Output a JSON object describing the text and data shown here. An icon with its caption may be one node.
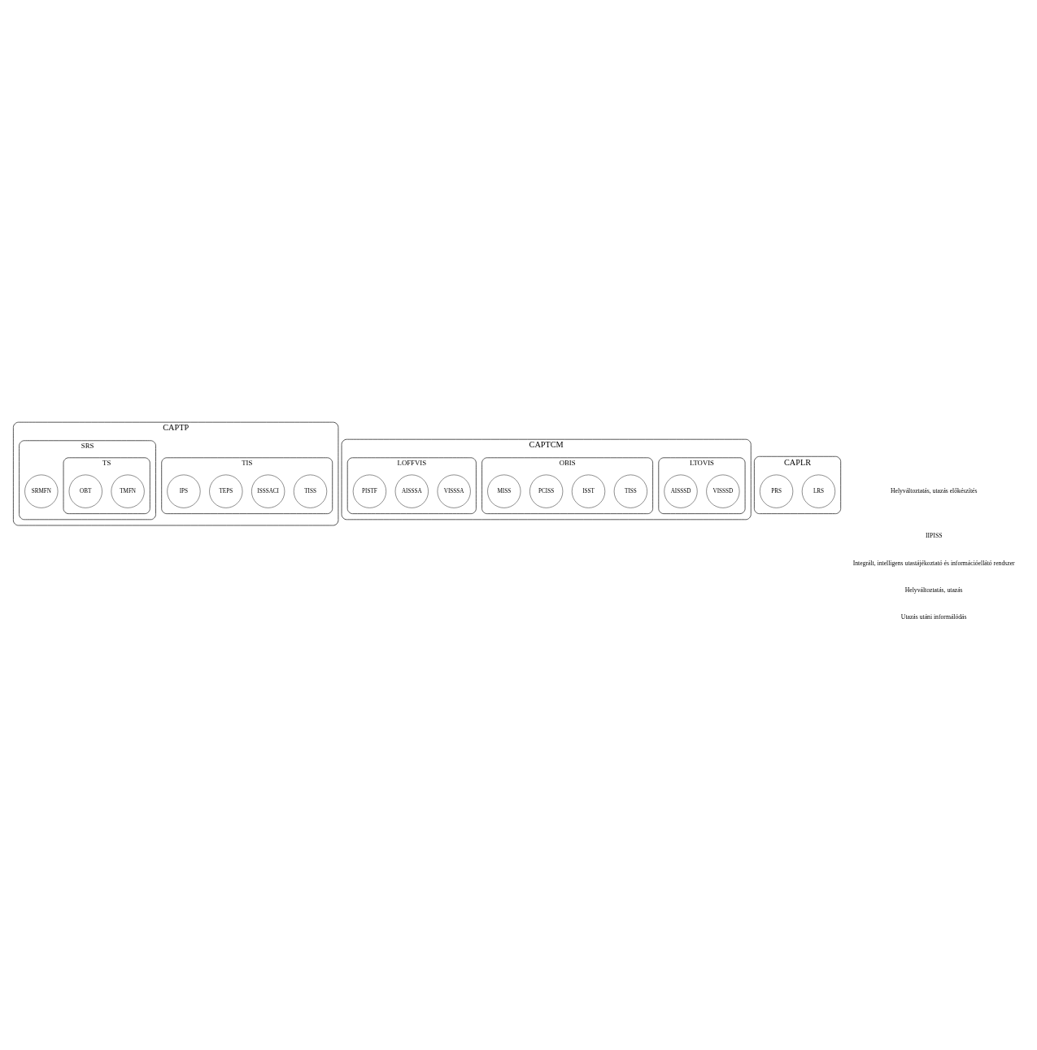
{
  "diagram": {
    "nodes": [
      {
        "text": [
          "CAPTP"
        ]
      },
      {
        "text": [
          "TIS"
        ],
        "in": 0
      },
      {
        "text": [
          "TISS"
        ],
        "in": 1
      },
      {
        "text": [
          "ISSSACI"
        ],
        "in": 1
      },
      {
        "text": [
          "TEPS"
        ],
        "in": 1
      },
      {
        "text": [
          "IPS"
        ],
        "in": 1
      },
      {
        "text": [
          "SRS"
        ],
        "in": 0
      },
      {
        "text": [
          "SRMFN"
        ],
        "in": 6
      },
      {
        "text": [
          "TS"
        ],
        "in": 6
      },
      {
        "text": [
          "TMFN"
        ],
        "in": 8
      },
      {
        "text": [
          "OBT"
        ],
        "in": 8
      },
      {
        "text": [
          "CAPTCM"
        ]
      },
      {
        "text": [
          "LTOVIS"
        ],
        "in": 11
      },
      {
        "text": [
          "VISSSD"
        ],
        "in": 12
      },
      {
        "text": [
          "AISSSD"
        ],
        "in": 12
      },
      {
        "text": [
          "OBIS"
        ],
        "in": 11
      },
      {
        "text": [
          "TISS"
        ],
        "in": 15
      },
      {
        "text": [
          "ISST"
        ],
        "in": 15
      },
      {
        "text": [
          "PCISS"
        ],
        "in": 15
      },
      {
        "text": [
          "MISS"
        ],
        "in": 15
      },
      {
        "text": [
          "LOFFVIS"
        ],
        "in": 11
      },
      {
        "text": [
          "VISSSA"
        ],
        "in": 20
      },
      {
        "text": [
          "AISSSA"
        ],
        "in": 20
      },
      {
        "text": [
          "PISTF"
        ],
        "in": 20
      },
      {
        "text": [
          "CAPLR"
        ]
      },
      {
        "text": [
          "LRS"
        ],
        "in": 24
      },
      {
        "text": [
          "PRS"
        ],
        "in": 24
      }
    ],
    "edges": [],
    "labels": [
      "Helyváltoztatás, utazás előkészítés",
      "IIPISS",
      "Integrált, intelligens utastájékoztató és információellátó rendszer",
      "Helyváltoztatás, utazás",
      "Utazás utáni informálódás"
    ]
  }
}
